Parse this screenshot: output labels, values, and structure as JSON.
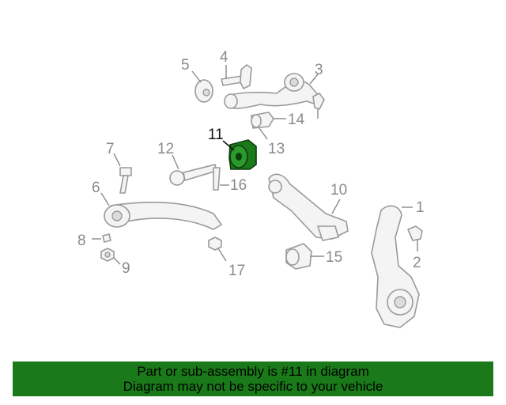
{
  "callouts": {
    "c1": "1",
    "c2": "2",
    "c3": "3",
    "c4": "4",
    "c5": "5",
    "c6": "6",
    "c7": "7",
    "c8": "8",
    "c9": "9",
    "c10": "10",
    "c11": "11",
    "c12": "12",
    "c13": "13",
    "c14": "14",
    "c15": "15",
    "c16": "16",
    "c17": "17"
  },
  "highlight_color": "#1a7a1a",
  "banner": {
    "line1": "Part or sub-assembly is #11 in diagram",
    "line2": "Diagram may not be specific to your vehicle",
    "background": "#1a7a1a",
    "text_color": "#000000"
  }
}
